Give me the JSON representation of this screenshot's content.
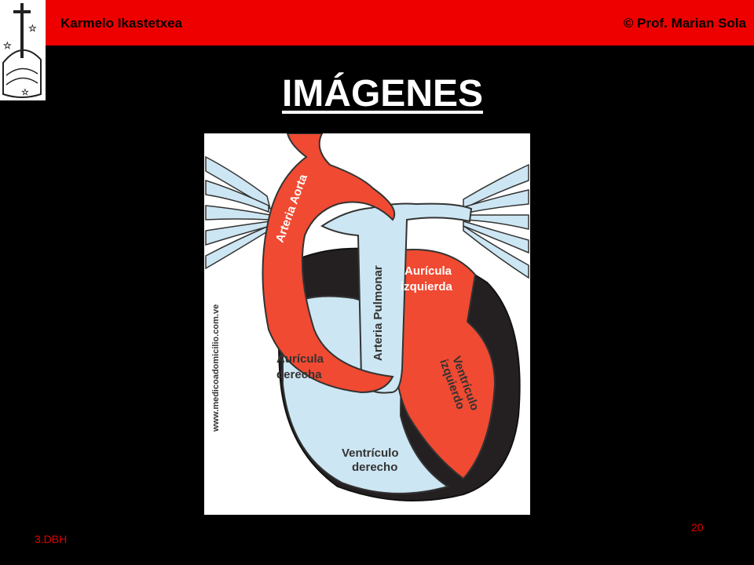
{
  "header": {
    "left_text": "Karmelo Ikastetxea",
    "right_text": "© Prof. Marian Sola"
  },
  "title": "IMÁGENES",
  "diagram": {
    "labels": {
      "aorta": "Arteria Aorta",
      "pulmonar": "Arteria Pulmonar",
      "auricula_izq_1": "Aurícula",
      "auricula_izq_2": "izquierda",
      "auricula_der_1": "Aurícula",
      "auricula_der_2": "derecha",
      "ventriculo_izq_1": "Ventrículo",
      "ventriculo_izq_2": "izquierdo",
      "ventriculo_der_1": "Ventrículo",
      "ventriculo_der_2": "derecho",
      "watermark": "www.medicoadomicilio.com.ve"
    },
    "colors": {
      "artery": "#f04a32",
      "vein": "#cde6f3",
      "muscle": "#242021",
      "background": "#ffffff"
    }
  },
  "footer": {
    "left": "3.DBH",
    "page_number": "20"
  }
}
